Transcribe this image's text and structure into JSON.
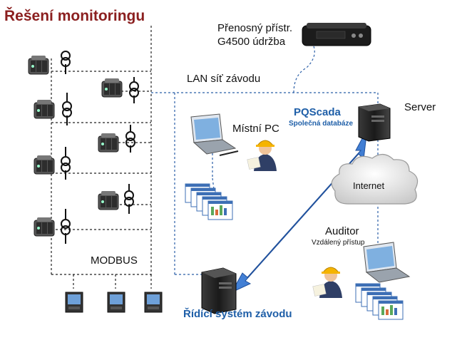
{
  "title": "Řešení monitoringu",
  "labels": {
    "portable_line1": "Přenosný přístr.",
    "portable_line2": "G4500 údržba",
    "lan": "LAN síť závodu",
    "server": "Server",
    "pqscada": "PQScada",
    "pqscada_sub": "Společná databáze",
    "local_pc": "Místní PC",
    "internet": "Internet",
    "auditor": "Auditor",
    "auditor_sub": "Vzdálený přístup",
    "modbus": "MODBUS",
    "control_system": "Řídící systém závodu"
  },
  "colors": {
    "title": "#8b1f1f",
    "accent": "#1f5fa8",
    "arrow": "#3a7bd5",
    "network_line": "#2b5fa8"
  },
  "icons": [
    "power-analyzer-icon",
    "transformer-icon",
    "meter-display-icon",
    "laptop-icon",
    "server-tower-icon",
    "cloud-icon",
    "engineer-icon",
    "report-stack-icon",
    "portable-device-icon"
  ]
}
